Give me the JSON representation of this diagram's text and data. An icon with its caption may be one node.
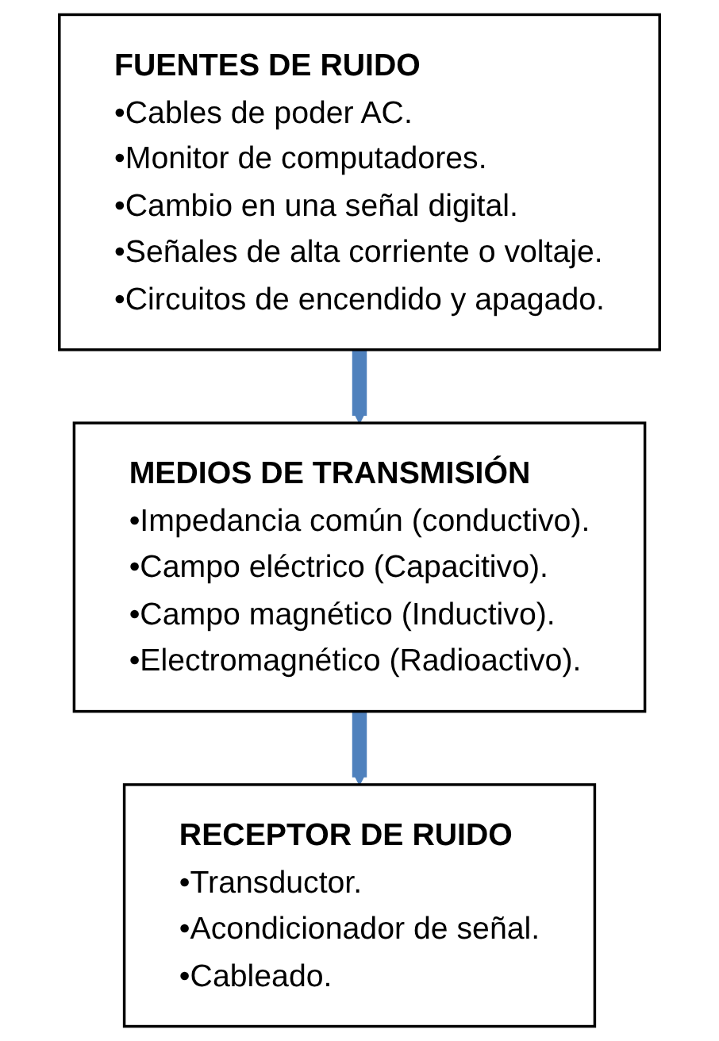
{
  "diagram": {
    "nodes": [
      {
        "text": [
          "FUENTES DE RUIDO",
          "•Cables de poder AC.",
          "•Monitor de computadores.",
          "•Cambio en una señal digital.",
          "•Señales de alta corriente o voltaje.",
          "•Circuitos de encendido y apagado."
        ]
      },
      {
        "text": [
          "MEDIOS DE TRANSMISIÓN",
          "•Impedancia común (conductivo).",
          "•Campo eléctrico (Capacitivo).",
          "•Campo magnético (Inductivo).",
          "•Electromagnético (Radioactivo)."
        ]
      },
      {
        "text": [
          "RECEPTOR DE RUIDO",
          "•Transductor.",
          "•Acondicionador de señal.",
          "•Cableado."
        ]
      }
    ],
    "edges": [
      {
        "from": 0,
        "to": 1,
        "arrow": "to"
      },
      {
        "from": 1,
        "to": 2,
        "arrow": "to"
      }
    ]
  }
}
